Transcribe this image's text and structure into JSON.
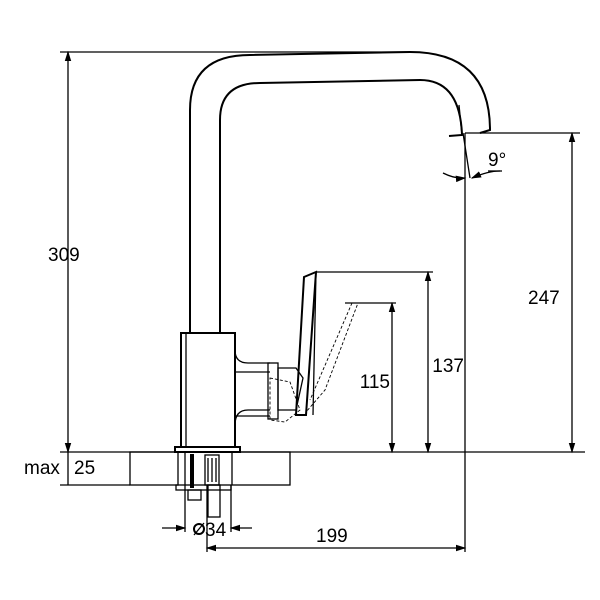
{
  "dimensions": {
    "total_height": "309",
    "spout_height": "247",
    "spout_angle": "9°",
    "lever_height_raised": "137",
    "lever_height_base": "115",
    "max_counter_label": "max",
    "max_counter_thickness": "25",
    "hole_diameter": "34",
    "spout_reach": "199"
  },
  "colors": {
    "line": "#000000",
    "background": "#ffffff"
  }
}
